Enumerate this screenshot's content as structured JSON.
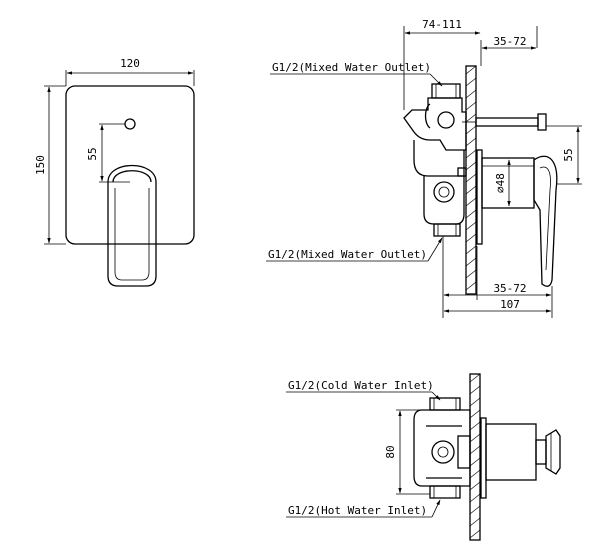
{
  "front_view": {
    "width_dim": "120",
    "height_dim": "150",
    "offset_dim": "55"
  },
  "side_view_top": {
    "depth_range_dim": "74-111",
    "wall_range_dim_top": "35-72",
    "vertical_offset_dim": "55",
    "diameter_dim": "∅48",
    "wall_range_dim_bottom": "35-72",
    "total_depth_dim": "107",
    "callout_upper": "G1/2(Mixed Water Outlet)",
    "callout_lower": "G1/2(Mixed Water Outlet)"
  },
  "side_view_bottom": {
    "height_dim": "80",
    "callout_cold": "G1/2(Cold Water Inlet)",
    "callout_hot": "G1/2(Hot Water Inlet)"
  }
}
